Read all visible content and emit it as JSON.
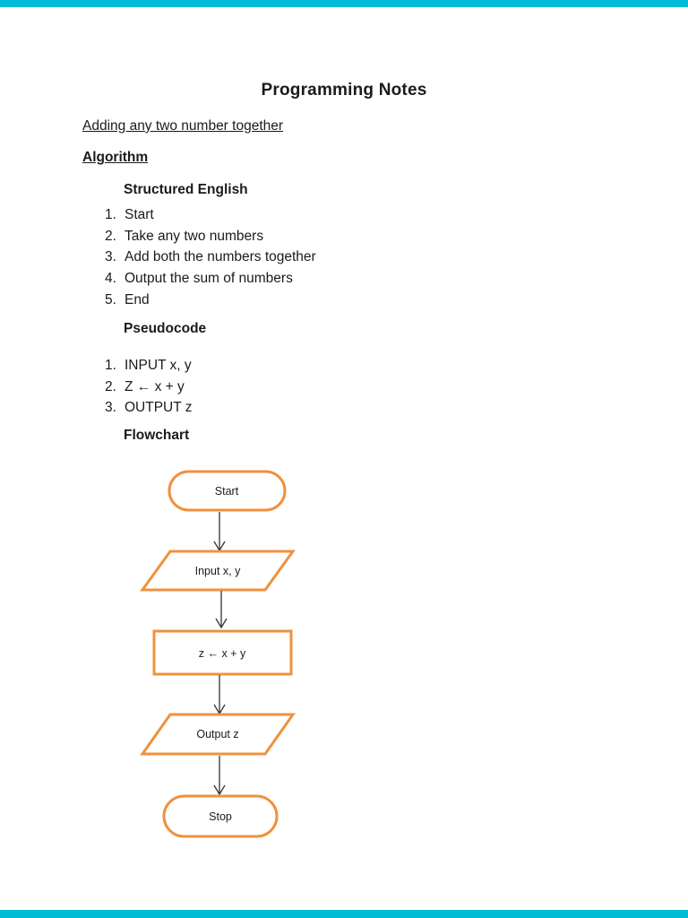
{
  "viewer": {
    "divider_color": "#00bcd4"
  },
  "doc": {
    "title": "Programming Notes",
    "subtitle": "Adding any two number together",
    "section_heading": "Algorithm"
  },
  "structured_english": {
    "heading": "Structured English",
    "items": [
      {
        "num": "1.",
        "text": "Start"
      },
      {
        "num": "2.",
        "text": "Take any two numbers"
      },
      {
        "num": "3.",
        "text": "Add both the numbers together"
      },
      {
        "num": "4.",
        "text": "Output the sum of numbers"
      },
      {
        "num": "5.",
        "text": "End"
      }
    ]
  },
  "pseudocode": {
    "heading": "Pseudocode",
    "items": [
      {
        "num": "1.",
        "text": "INPUT x, y"
      },
      {
        "num": "2.",
        "text": "Z ← x + y"
      },
      {
        "num": "3.",
        "text": "OUTPUT z"
      }
    ]
  },
  "flowchart": {
    "heading": "Flowchart",
    "accent_color": "#f0913c",
    "arrow_color": "#333333",
    "nodes": [
      {
        "type": "terminator",
        "label": "Start"
      },
      {
        "type": "input",
        "label": "Input x, y"
      },
      {
        "type": "process",
        "label": "z ← x + y"
      },
      {
        "type": "output",
        "label": "Output z"
      },
      {
        "type": "terminator",
        "label": "Stop"
      }
    ]
  }
}
